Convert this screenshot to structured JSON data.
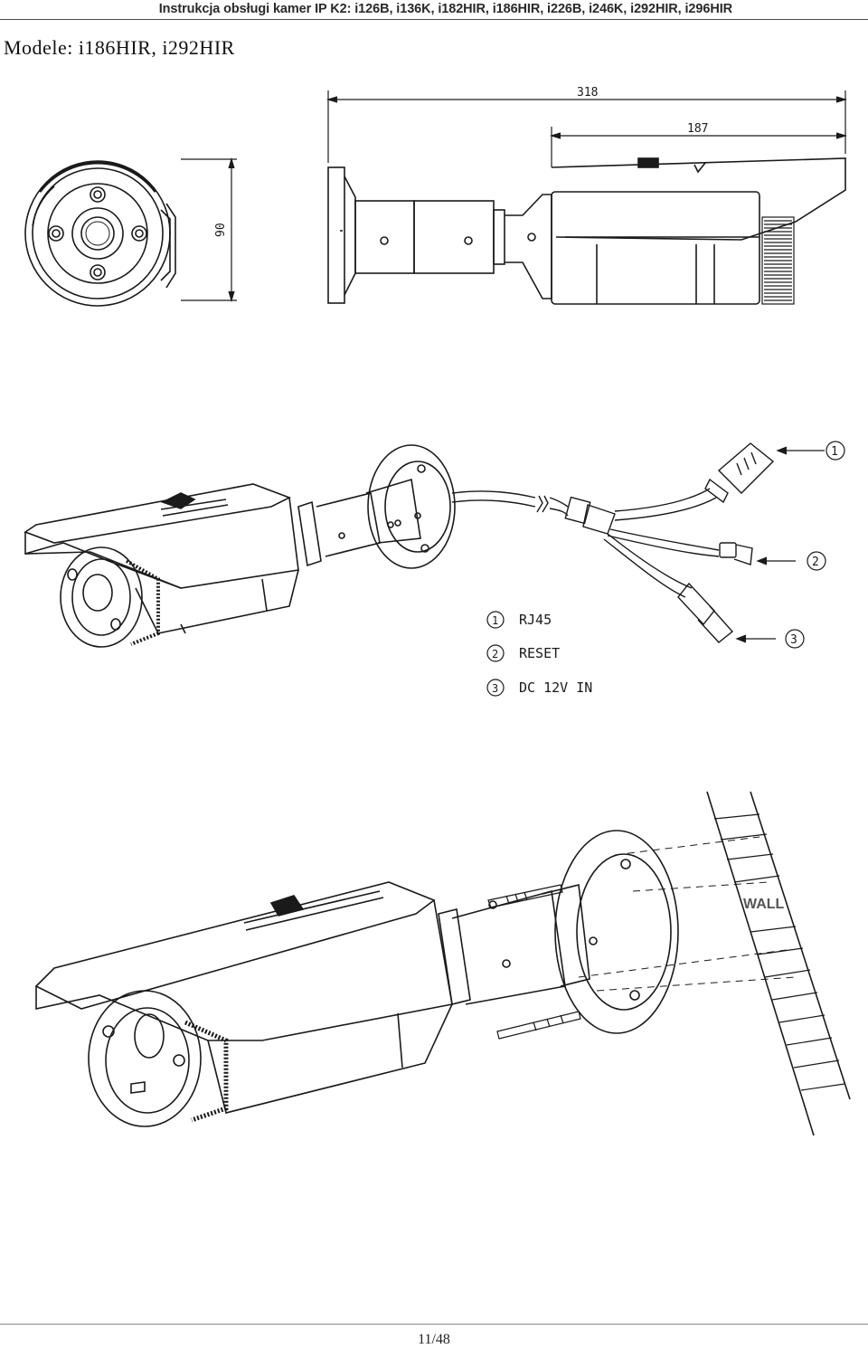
{
  "header": {
    "text": "Instrukcja obsługi kamer IP K2: i126B, i136K, i182HIR, i186HIR, i226B, i246K, i292HIR, i296HIR"
  },
  "title": "Modele: i186HIR, i292HIR",
  "dimensions": {
    "overall_length": "318",
    "hood_length": "187",
    "diameter": "90"
  },
  "connectors": [
    {
      "num": "1",
      "label": "RJ45"
    },
    {
      "num": "2",
      "label": "RESET"
    },
    {
      "num": "3",
      "label": "DC 12V IN"
    }
  ],
  "wall_label": "WALL",
  "footer": {
    "page": "11/48"
  }
}
